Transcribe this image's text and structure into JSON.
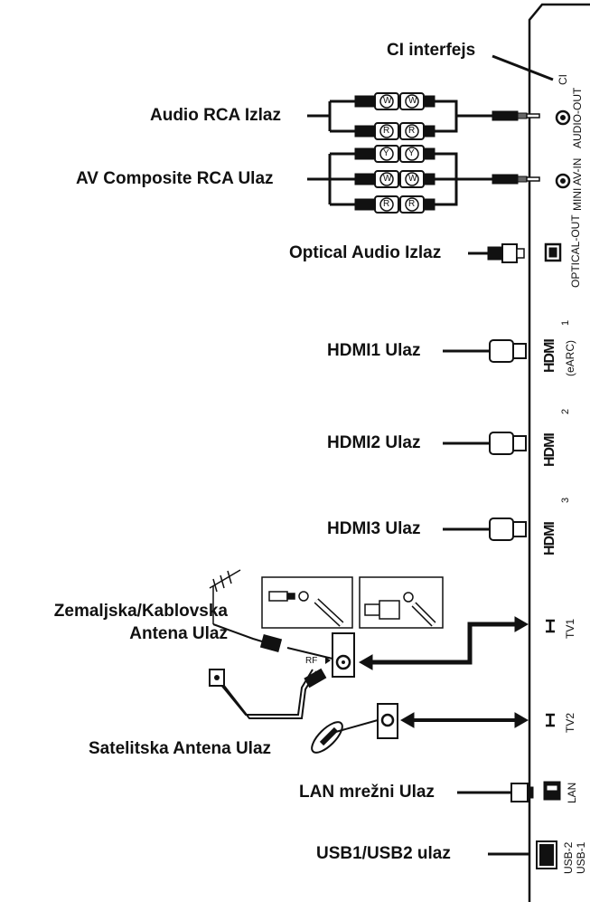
{
  "labels": {
    "ci": "CI interfejs",
    "audio_rca": "Audio RCA Izlaz",
    "av_composite": "AV Composite RCA Ulaz",
    "optical": "Optical Audio Izlaz",
    "hdmi1": "HDMI1 Ulaz",
    "hdmi2": "HDMI2 Ulaz",
    "hdmi3": "HDMI3 Ulaz",
    "antenna_line1": "Zemaljska/Kablovska",
    "antenna_line2": "Antena Ulaz",
    "satellite": "Satelitska Antena Ulaz",
    "lan": "LAN mrežni Ulaz",
    "usb": "USB1/USB2 ulaz"
  },
  "ports": {
    "ci": "CI",
    "audio_out": "AUDIO-OUT",
    "mini_av_in": "MINI AV-IN",
    "optical_out": "OPTICAL-OUT",
    "hdmi_logo": "HDMI",
    "hdmi1_num": "1",
    "hdmi1_arc": "(eARC)",
    "hdmi2_num": "2",
    "hdmi3_num": "3",
    "tv1": "TV1",
    "tv2": "TV2",
    "lan": "LAN",
    "usb2": "USB-2",
    "usb1": "USB-1"
  },
  "plugs": {
    "w": "W",
    "r": "R",
    "y": "Y",
    "rf": "RF"
  }
}
